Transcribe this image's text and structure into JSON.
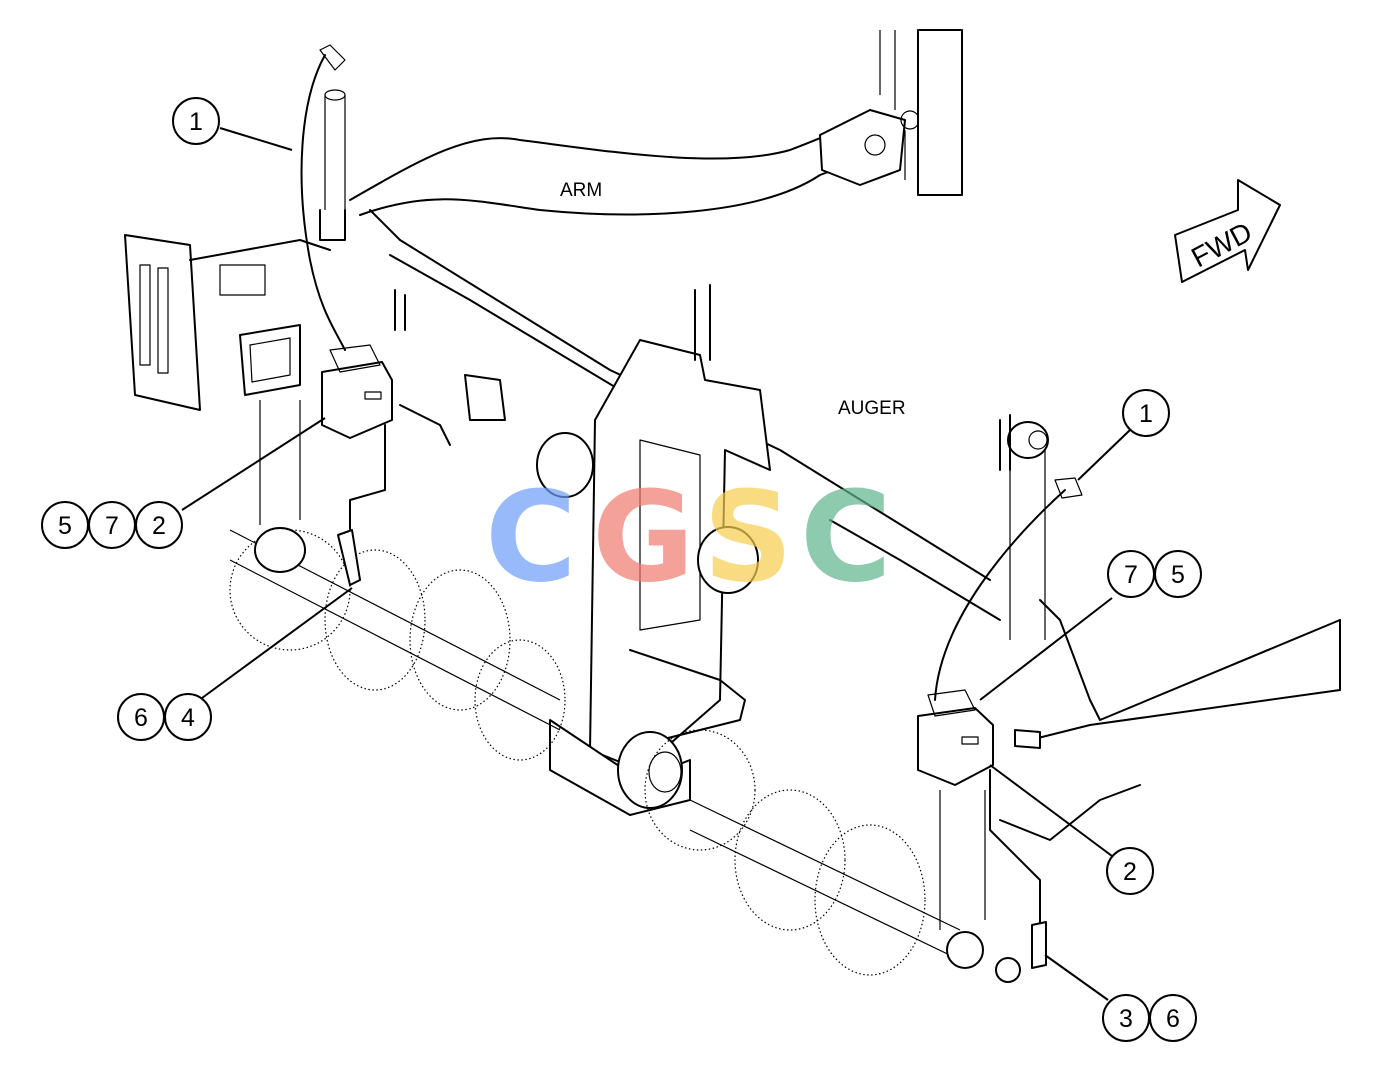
{
  "labels": {
    "arm": "ARM",
    "auger": "AUGER",
    "forward_arrow": "FWD"
  },
  "callouts": [
    "1",
    "5",
    "7",
    "2",
    "6",
    "4",
    "1",
    "7",
    "5",
    "2",
    "3",
    "6"
  ],
  "watermark": [
    "C",
    "G",
    "S",
    "C"
  ],
  "colors": {
    "line": "#000000",
    "background": "#ffffff",
    "watermark": [
      "#6f9ef8",
      "#f07a70",
      "#f7cc4e",
      "#5fb58c"
    ]
  }
}
